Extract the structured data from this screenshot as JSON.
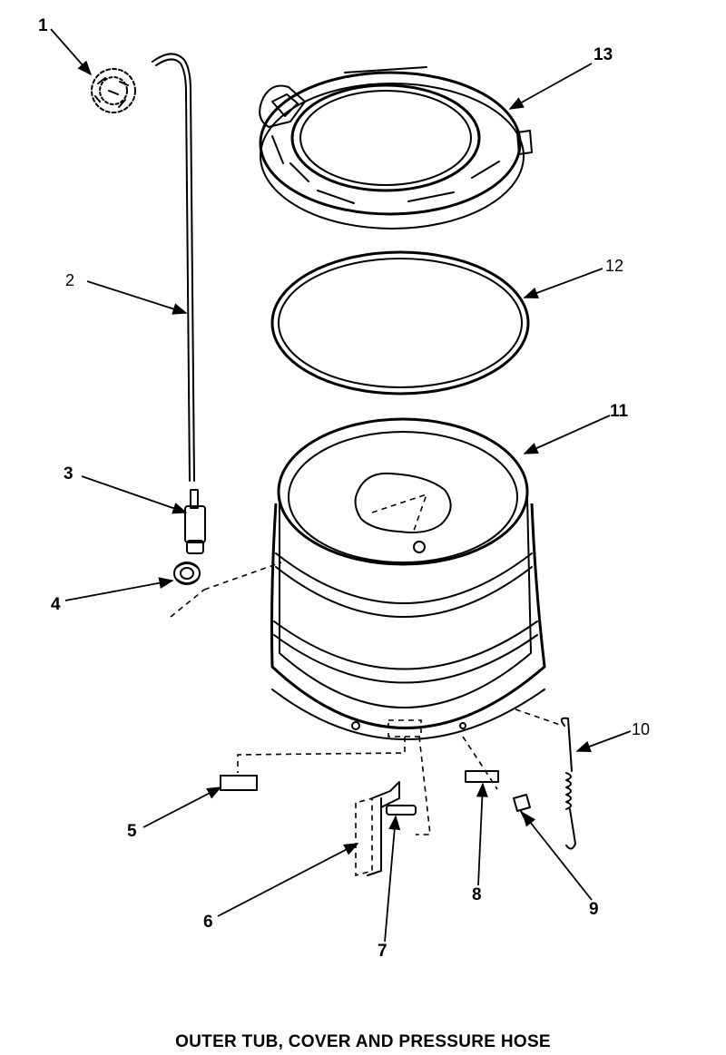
{
  "caption": "OUTER TUB, COVER AND PRESSURE HOSE",
  "callouts": {
    "c1": "1",
    "c2": "2",
    "c3": "3",
    "c4": "4",
    "c5": "5",
    "c6": "6",
    "c7": "7",
    "c8": "8",
    "c9": "9",
    "c10": "10",
    "c11": "11",
    "c12": "12",
    "c13": "13"
  }
}
